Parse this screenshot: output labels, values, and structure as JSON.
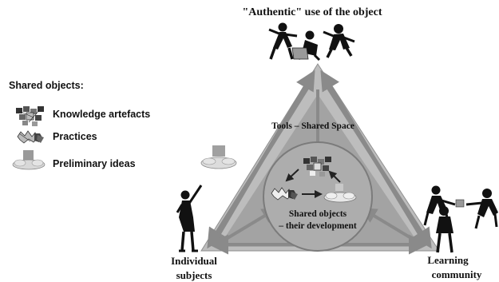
{
  "diagram": {
    "top_label": "\"Authentic\" use of the object",
    "left_label": [
      "Individual",
      "subjects"
    ],
    "right_label": [
      "Learning",
      "community"
    ],
    "center_title": "Tools – Shared Space",
    "center_caption": [
      "Shared objects",
      "– their development"
    ]
  },
  "legend": {
    "title": "Shared objects:",
    "items": [
      {
        "label": "Knowledge artefacts",
        "icon": "knowledge-artefacts-icon"
      },
      {
        "label": "Practices",
        "icon": "practices-icon"
      },
      {
        "label": "Preliminary ideas",
        "icon": "preliminary-ideas-icon"
      }
    ]
  },
  "colors": {
    "triangle_outer": "#bdbdbd",
    "triangle_inner": "#9e9e9e",
    "arrow": "#8a8a8a",
    "circle": "#a8a8a8",
    "dark": "#222222"
  }
}
